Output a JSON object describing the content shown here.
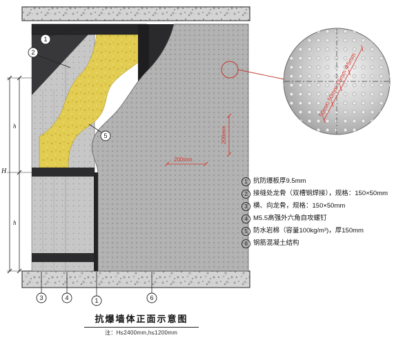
{
  "title": "抗爆墙体正面示意图",
  "note": "注：H≤2400mm,h≤1200mm",
  "dims": {
    "H": "H",
    "h_upper": "h",
    "h_lower": "h",
    "v200": "200mm",
    "h200": "200mm"
  },
  "detail": {
    "d1": "50mm",
    "d2": "50mm",
    "d3": "15mm",
    "d4": "Φ5mm"
  },
  "callouts": {
    "top_1": "1",
    "top_2": "2",
    "mid_5": "5",
    "bot_3": "3",
    "bot_4": "4",
    "bot_1": "1",
    "bot_6": "6"
  },
  "legend": {
    "items": [
      {
        "num": "1",
        "text": "抗防爆板厚9.5mm"
      },
      {
        "num": "2",
        "text": "接缝处龙骨（双槽钢焊接），规格：150×50mm"
      },
      {
        "num": "3",
        "text": "横、向龙骨，规格：150×50mm"
      },
      {
        "num": "4",
        "text": "M5.5高强外六角自攻螺钉"
      },
      {
        "num": "5",
        "text": "防水岩棉（容量100kg/m³)，厚150mm"
      },
      {
        "num": "6",
        "text": "钢筋混凝土结构"
      }
    ]
  },
  "colors": {
    "annotation_red": "#d8352b",
    "blast_board_dark": "#27272a",
    "rock_wool_yellow": "#e2cd52",
    "concrete_gray": "#b2b2b2"
  }
}
